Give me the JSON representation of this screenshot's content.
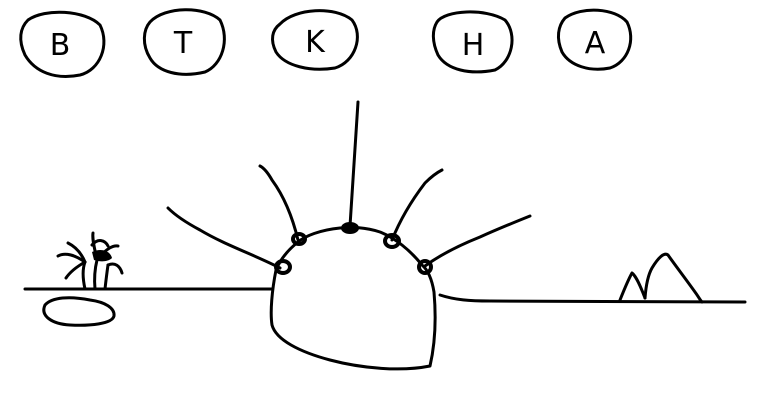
{
  "letters": [
    {
      "id": "B",
      "label": "B"
    },
    {
      "id": "T",
      "label": "T"
    },
    {
      "id": "K",
      "label": "K"
    },
    {
      "id": "H",
      "label": "H"
    },
    {
      "id": "A",
      "label": "A"
    }
  ],
  "colors": {
    "ink": "#000000",
    "background": "#ffffff"
  }
}
